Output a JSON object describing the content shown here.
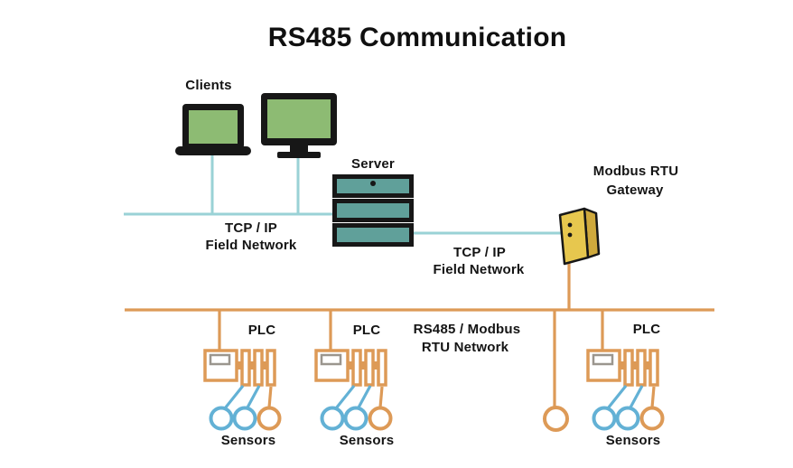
{
  "title": "RS485 Communication",
  "colors": {
    "cyan": "#9ad2d6",
    "orange": "#dd9a57",
    "blue": "#63b1d5",
    "green": "#8dbb73",
    "teal": "#60a09a",
    "yellow": "#e7c74e",
    "yellow_dark": "#cfa93c",
    "black": "#171717",
    "gray": "#9b968e"
  },
  "nodes": {
    "clients": {
      "label": "Clients"
    },
    "server": {
      "label": "Server"
    },
    "gateway": {
      "label_line1": "Modbus RTU",
      "label_line2": "Gateway"
    },
    "plc1": {
      "label": "PLC",
      "sensors_label": "Sensors"
    },
    "plc2": {
      "label": "PLC",
      "sensors_label": "Sensors"
    },
    "plc3": {
      "label": "PLC",
      "sensors_label": "Sensors"
    }
  },
  "networks": {
    "tcpip_left": {
      "line1": "TCP / IP",
      "line2": "Field Network"
    },
    "tcpip_right": {
      "line1": "TCP / IP",
      "line2": "Field Network"
    },
    "rs485": {
      "line1": "RS485 / Modbus",
      "line2": "RTU Network"
    }
  }
}
